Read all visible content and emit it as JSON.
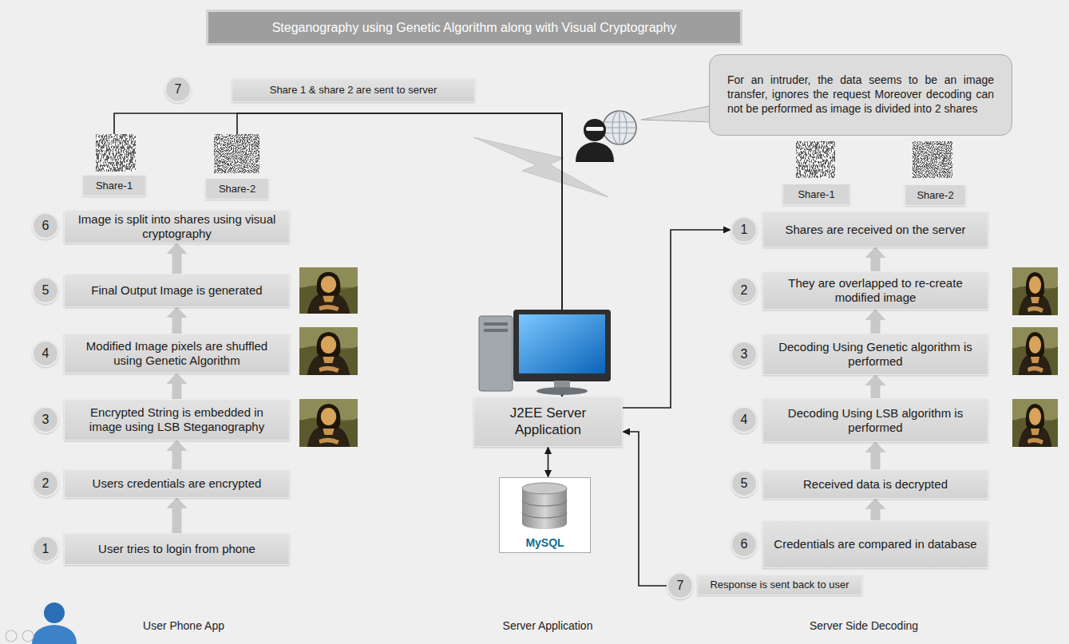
{
  "diagram": {
    "title": "Steganography using Genetic Algorithm along with Visual Cryptography",
    "nodes": [
      {
        "text": [
          "7"
        ]
      },
      {
        "text": [
          "Share 1 & share 2 are sent to server"
        ]
      },
      {
        "text": [
          "For an intruder, the data seems to be an image transfer, ignores the request Moreover decoding can not be performed as image is divided into 2 shares"
        ]
      },
      {
        "text": [
          "Share-1"
        ]
      },
      {
        "text": [
          "Share-2"
        ]
      },
      {
        "text": [
          "Share-1"
        ]
      },
      {
        "text": [
          "Share-2"
        ]
      },
      {
        "text": [
          "6"
        ]
      },
      {
        "text": [
          "Image is split into shares using visual cryptography"
        ]
      },
      {
        "text": [
          "1"
        ]
      },
      {
        "text": [
          "Shares are received on the server"
        ]
      },
      {
        "text": [
          "5"
        ]
      },
      {
        "text": [
          "Final Output Image is generated"
        ]
      },
      {
        "text": [
          "2"
        ]
      },
      {
        "text": [
          "They are overlapped to re-create modified image"
        ]
      },
      {
        "text": [
          "4"
        ]
      },
      {
        "text": [
          "Modified Image pixels are shuffled using Genetic Algorithm"
        ]
      },
      {
        "text": [
          "3"
        ]
      },
      {
        "text": [
          "Decoding Using Genetic algorithm is performed"
        ]
      },
      {
        "text": [
          "3"
        ]
      },
      {
        "text": [
          "Encrypted String is embedded in image using LSB Steganography"
        ]
      },
      {
        "text": [
          "J2EE Server Application"
        ]
      },
      {
        "text": [
          "4"
        ]
      },
      {
        "text": [
          "Decoding Using LSB algorithm is performed"
        ]
      },
      {
        "text": [
          "2"
        ]
      },
      {
        "text": [
          "Users credentials are encrypted"
        ]
      },
      {
        "text": [
          "5"
        ]
      },
      {
        "text": [
          "Received data is decrypted"
        ]
      },
      {
        "text": [
          "MySQL"
        ]
      },
      {
        "text": [
          "6"
        ]
      },
      {
        "text": [
          "Credentials are compared in database"
        ]
      },
      {
        "text": [
          "1"
        ]
      },
      {
        "text": [
          "User tries to login from phone"
        ]
      },
      {
        "text": [
          "7"
        ]
      },
      {
        "text": [
          "Response is sent back to user"
        ]
      }
    ],
    "edges": [
      {
        "from": 32,
        "to": 25,
        "arrow": "to"
      },
      {
        "from": 25,
        "to": 20,
        "arrow": "to"
      },
      {
        "from": 20,
        "to": 16,
        "arrow": "to"
      },
      {
        "from": 16,
        "to": 12,
        "arrow": "to"
      },
      {
        "from": 12,
        "to": 8,
        "arrow": "to"
      },
      {
        "from": 3,
        "to": 21,
        "arrow": "to"
      },
      {
        "from": 4,
        "to": 21,
        "arrow": "to"
      },
      {
        "from": 21,
        "to": 9,
        "arrow": "to"
      },
      {
        "from": 30,
        "to": 27,
        "arrow": "to"
      },
      {
        "from": 27,
        "to": 23,
        "arrow": "to"
      },
      {
        "from": 23,
        "to": 18,
        "arrow": "to"
      },
      {
        "from": 18,
        "to": 14,
        "arrow": "to"
      },
      {
        "from": 14,
        "to": 10,
        "arrow": "to"
      },
      {
        "from": 33,
        "to": 21,
        "arrow": "to"
      },
      {
        "from": 21,
        "to": 28,
        "arrow": "both"
      }
    ],
    "labels": [
      "User Phone App",
      "Server Application",
      "Server Side Decoding"
    ]
  }
}
